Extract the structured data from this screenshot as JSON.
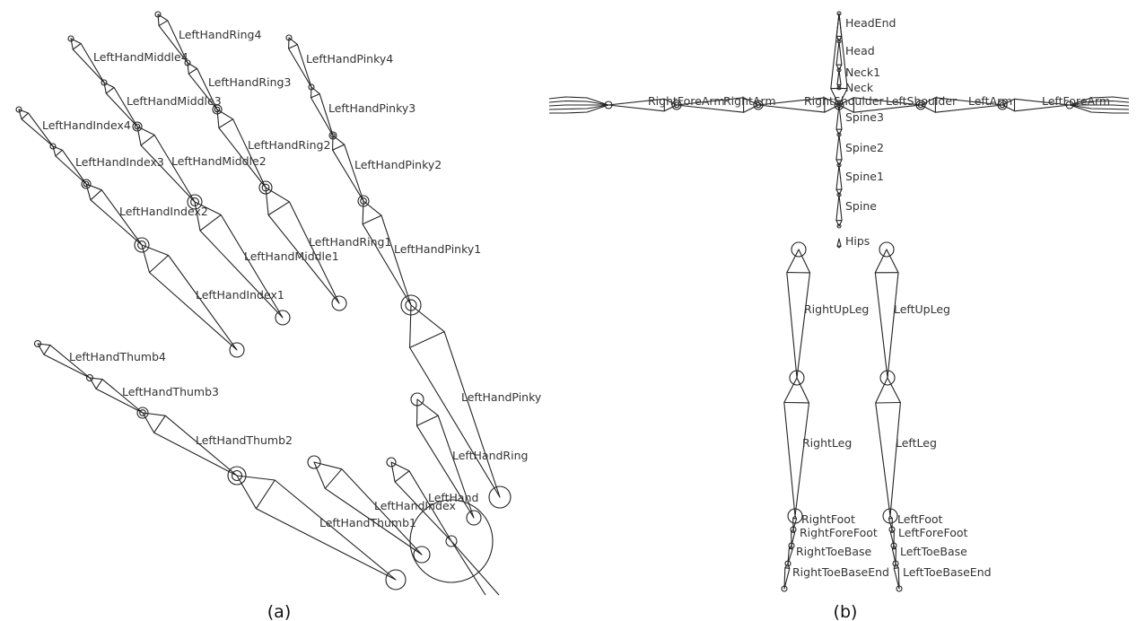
{
  "captions": {
    "left": "(a)",
    "right": "(b)"
  },
  "diagram_a": {
    "title": "",
    "bones": [
      {
        "name": "LeftHandThumb4"
      },
      {
        "name": "LeftHandThumb3"
      },
      {
        "name": "LeftHandThumb2"
      },
      {
        "name": "LeftHandThumb1"
      },
      {
        "name": "LeftHandIndex4"
      },
      {
        "name": "LeftHandIndex3"
      },
      {
        "name": "LeftHandIndex2"
      },
      {
        "name": "LeftHandIndex1"
      },
      {
        "name": "LeftHandMiddle4"
      },
      {
        "name": "LeftHandMiddle3"
      },
      {
        "name": "LeftHandMiddle2"
      },
      {
        "name": "LeftHandMiddle1"
      },
      {
        "name": "LeftHandRing4"
      },
      {
        "name": "LeftHandRing3"
      },
      {
        "name": "LeftHandRing2"
      },
      {
        "name": "LeftHandRing1"
      },
      {
        "name": "LeftHandPinky4"
      },
      {
        "name": "LeftHandPinky3"
      },
      {
        "name": "LeftHandPinky2"
      },
      {
        "name": "LeftHandPinky1"
      },
      {
        "name": "LeftHandPinky"
      },
      {
        "name": "LeftHandRing"
      },
      {
        "name": "LeftHandIndex"
      },
      {
        "name": "LeftHand"
      }
    ]
  },
  "diagram_b": {
    "title": "",
    "bones": [
      {
        "name": "HeadEnd"
      },
      {
        "name": "Head"
      },
      {
        "name": "Neck1"
      },
      {
        "name": "Neck"
      },
      {
        "name": "RightShoulder"
      },
      {
        "name": "Spine3"
      },
      {
        "name": "Spine2"
      },
      {
        "name": "Spine1"
      },
      {
        "name": "Spine"
      },
      {
        "name": "Hips"
      },
      {
        "name": "RightForeArm"
      },
      {
        "name": "RightArm"
      },
      {
        "name": "LeftShoulder"
      },
      {
        "name": "LeftArm"
      },
      {
        "name": "LeftForeArm"
      },
      {
        "name": "RightUpLeg"
      },
      {
        "name": "LeftUpLeg"
      },
      {
        "name": "RightLeg"
      },
      {
        "name": "LeftLeg"
      },
      {
        "name": "RightFoot"
      },
      {
        "name": "LeftFoot"
      },
      {
        "name": "RightForeFoot"
      },
      {
        "name": "LeftForeFoot"
      },
      {
        "name": "RightToeBase"
      },
      {
        "name": "LeftToeBase"
      },
      {
        "name": "RightToeBaseEnd"
      },
      {
        "name": "LeftToeBaseEnd"
      }
    ]
  }
}
